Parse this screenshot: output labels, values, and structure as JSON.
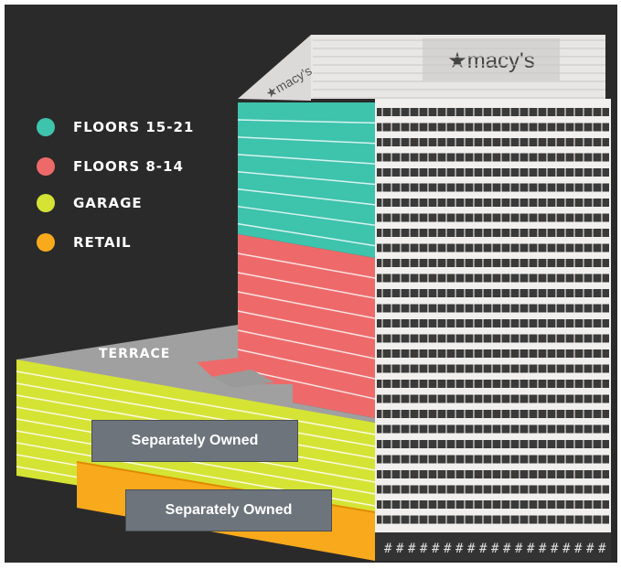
{
  "legend": [
    {
      "label": "FLOORS 15-21",
      "color": "#3ec3ad"
    },
    {
      "label": "FLOORS 8-14",
      "color": "#ee6a6a"
    },
    {
      "label": "GARAGE",
      "color": "#d5e335"
    },
    {
      "label": "RETAIL",
      "color": "#f8a91c"
    }
  ],
  "labels": {
    "terrace": "TERRACE",
    "separately_owned_garage": "Separately Owned",
    "separately_owned_retail": "Separately Owned",
    "sign_top": "★macy's",
    "sign_side": "★macy's"
  },
  "colors": {
    "background": "#2a2a2a",
    "building_facade": "#f2f0ee",
    "window_band": "#3a3a3a",
    "floors_15_21": "#3ec3ad",
    "floors_8_14": "#ee6a6a",
    "garage": "#d5e335",
    "retail": "#f8a91c",
    "terrace_roof": "#9e9e9e"
  }
}
